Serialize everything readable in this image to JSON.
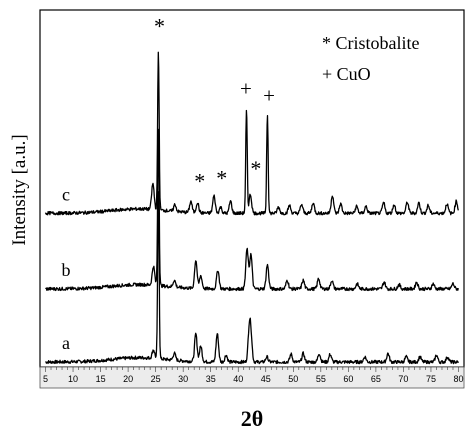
{
  "chart_data": {
    "type": "line",
    "title": "",
    "xlabel": "2θ",
    "ylabel": "Intensity [a.u.]",
    "xlim": [
      4,
      81
    ],
    "x_ticks": [
      5,
      10,
      15,
      20,
      25,
      30,
      35,
      40,
      45,
      50,
      55,
      60,
      65,
      70,
      75,
      80
    ],
    "y_ticks": [],
    "grid": false,
    "legend_position": "top-right",
    "legend": [
      {
        "symbol": "*",
        "label": "* Cristobalite"
      },
      {
        "symbol": "+",
        "label": "+ CuO"
      }
    ],
    "line_color": "#000000",
    "series": [
      {
        "name": "a",
        "baseline": 0,
        "peaks": [
          {
            "x": 24.6,
            "h": 1.0
          },
          {
            "x": 25.5,
            "h": 19.5
          },
          {
            "x": 28.4,
            "h": 0.8
          },
          {
            "x": 32.3,
            "h": 3.2
          },
          {
            "x": 33.2,
            "h": 1.8
          },
          {
            "x": 36.2,
            "h": 3.3
          },
          {
            "x": 37.8,
            "h": 0.8
          },
          {
            "x": 42.0,
            "h": 3.5
          },
          {
            "x": 42.3,
            "h": 2.8
          },
          {
            "x": 45.2,
            "h": 0.6
          },
          {
            "x": 49.6,
            "h": 0.9
          },
          {
            "x": 51.8,
            "h": 1.0
          },
          {
            "x": 54.7,
            "h": 1.0
          },
          {
            "x": 56.7,
            "h": 0.9
          },
          {
            "x": 63.0,
            "h": 0.6
          },
          {
            "x": 67.2,
            "h": 1.0
          },
          {
            "x": 70.5,
            "h": 0.6
          },
          {
            "x": 73.0,
            "h": 0.6
          },
          {
            "x": 76.0,
            "h": 0.8
          },
          {
            "x": 78.0,
            "h": 0.6
          }
        ]
      },
      {
        "name": "b",
        "baseline": 8.5,
        "peaks": [
          {
            "x": 24.6,
            "h": 2.2
          },
          {
            "x": 25.5,
            "h": 18.5
          },
          {
            "x": 28.4,
            "h": 0.8
          },
          {
            "x": 32.3,
            "h": 3.3
          },
          {
            "x": 33.2,
            "h": 1.5
          },
          {
            "x": 36.3,
            "h": 2.2
          },
          {
            "x": 41.6,
            "h": 4.6
          },
          {
            "x": 42.3,
            "h": 4.0
          },
          {
            "x": 45.3,
            "h": 2.8
          },
          {
            "x": 48.9,
            "h": 1.0
          },
          {
            "x": 51.8,
            "h": 1.0
          },
          {
            "x": 54.6,
            "h": 1.2
          },
          {
            "x": 57.0,
            "h": 1.0
          },
          {
            "x": 61.6,
            "h": 0.6
          },
          {
            "x": 66.5,
            "h": 0.8
          },
          {
            "x": 69.2,
            "h": 0.5
          },
          {
            "x": 72.4,
            "h": 0.8
          },
          {
            "x": 75.4,
            "h": 0.6
          },
          {
            "x": 79.0,
            "h": 0.6
          }
        ]
      },
      {
        "name": "c",
        "baseline": 17.3,
        "peaks": [
          {
            "x": 24.5,
            "h": 3.0
          },
          {
            "x": 25.5,
            "h": 18.5
          },
          {
            "x": 28.5,
            "h": 0.8
          },
          {
            "x": 31.4,
            "h": 1.3
          },
          {
            "x": 32.6,
            "h": 1.2
          },
          {
            "x": 35.6,
            "h": 2.0
          },
          {
            "x": 36.8,
            "h": 0.7
          },
          {
            "x": 38.6,
            "h": 1.4
          },
          {
            "x": 41.5,
            "h": 12.0
          },
          {
            "x": 42.2,
            "h": 2.2
          },
          {
            "x": 45.3,
            "h": 11.5
          },
          {
            "x": 47.3,
            "h": 0.7
          },
          {
            "x": 49.3,
            "h": 0.9
          },
          {
            "x": 51.5,
            "h": 1.0
          },
          {
            "x": 53.6,
            "h": 1.2
          },
          {
            "x": 57.1,
            "h": 2.1
          },
          {
            "x": 58.6,
            "h": 1.1
          },
          {
            "x": 61.5,
            "h": 0.8
          },
          {
            "x": 63.2,
            "h": 0.8
          },
          {
            "x": 66.4,
            "h": 1.2
          },
          {
            "x": 68.3,
            "h": 1.0
          },
          {
            "x": 70.7,
            "h": 1.3
          },
          {
            "x": 72.8,
            "h": 1.2
          },
          {
            "x": 74.5,
            "h": 0.9
          },
          {
            "x": 77.9,
            "h": 1.1
          },
          {
            "x": 79.6,
            "h": 1.4
          }
        ]
      }
    ],
    "annotations": [
      {
        "text": "*",
        "x": 25.7,
        "y": 38.2
      },
      {
        "text": "*",
        "x": 33.0,
        "y": 20.2
      },
      {
        "text": "*",
        "x": 37.0,
        "y": 20.5
      },
      {
        "text": "*",
        "x": 43.2,
        "y": 21.6
      },
      {
        "text": "+",
        "x": 41.4,
        "y": 31.0
      },
      {
        "text": "+",
        "x": 45.6,
        "y": 30.2
      }
    ]
  }
}
